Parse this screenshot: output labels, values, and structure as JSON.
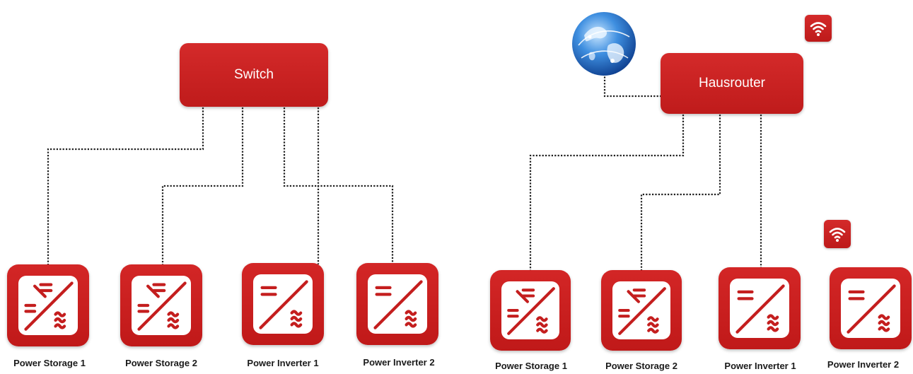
{
  "colors": {
    "brand_red": "#c41e1e",
    "wire": "#1f1f1f",
    "label_text": "#1a1a1a"
  },
  "left_network": {
    "hub_label": "Switch",
    "devices": [
      {
        "label": "Power Storage 1",
        "type": "storage"
      },
      {
        "label": "Power Storage 2",
        "type": "storage"
      },
      {
        "label": "Power Inverter 1",
        "type": "inverter"
      },
      {
        "label": "Power Inverter 2",
        "type": "inverter"
      }
    ]
  },
  "right_network": {
    "hub_label": "Hausrouter",
    "devices": [
      {
        "label": "Power Storage 1",
        "type": "storage"
      },
      {
        "label": "Power Storage 2",
        "type": "storage"
      },
      {
        "label": "Power Inverter 1",
        "type": "inverter"
      },
      {
        "label": "Power Inverter 2",
        "type": "inverter"
      }
    ]
  },
  "icons": {
    "internet": "globe-icon",
    "wireless": "wifi-icon",
    "storage": "battery-storage-icon",
    "inverter": "inverter-icon"
  }
}
